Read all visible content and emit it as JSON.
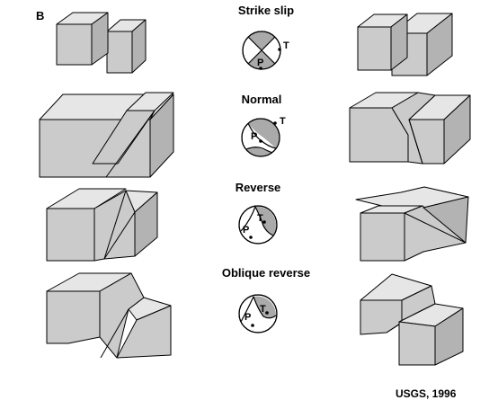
{
  "panel_label": "B",
  "faults": [
    {
      "id": "strike-slip",
      "name": "Strike slip",
      "t_label": "T",
      "p_label": "P"
    },
    {
      "id": "normal",
      "name": "Normal",
      "t_label": "T",
      "p_label": "P"
    },
    {
      "id": "reverse",
      "name": "Reverse",
      "t_label": "T",
      "p_label": "P"
    },
    {
      "id": "oblique-reverse",
      "name": "Oblique reverse",
      "t_label": "T",
      "p_label": "P"
    }
  ],
  "credit": "USGS, 1996",
  "colors": {
    "top_face": "#e6e6e6",
    "front_face": "#cbcbcb",
    "side_face": "#b3b3b3",
    "quadrant_shade": "#aaaaaa",
    "outline": "#000000",
    "background": "#ffffff"
  }
}
